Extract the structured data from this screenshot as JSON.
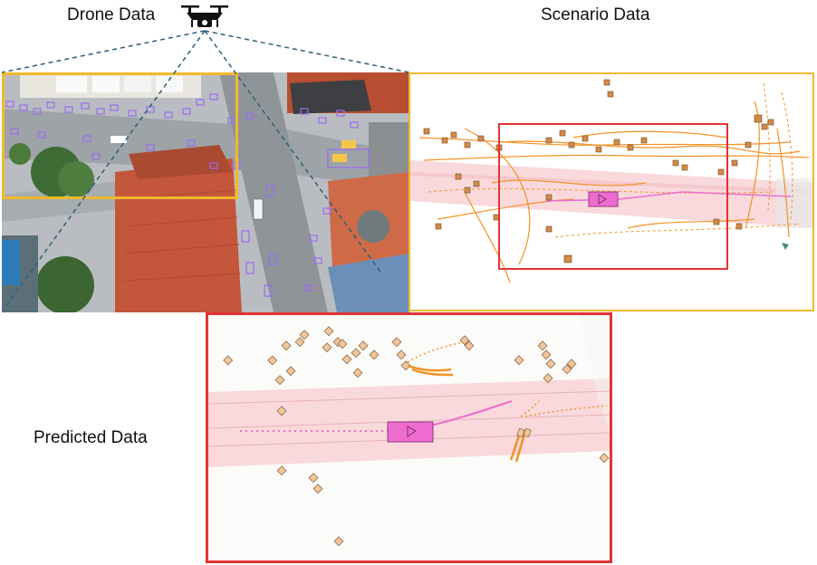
{
  "labels": {
    "drone": "Drone Data",
    "scenario": "Scenario Data",
    "predicted": "Predicted Data"
  },
  "icons": {
    "drone": "drone-icon",
    "ego_vehicle": "play-triangle-icon"
  },
  "colors": {
    "frame_yellow": "#f2b92c",
    "frame_red": "#e23333",
    "road_lane": "#f9d9dc",
    "ego": "#ee6ccf",
    "trajectory": "#f29224",
    "agent_box": "#f3c59a",
    "bbox_overlay": "#9b6cf2",
    "roof": "#c4563b"
  }
}
